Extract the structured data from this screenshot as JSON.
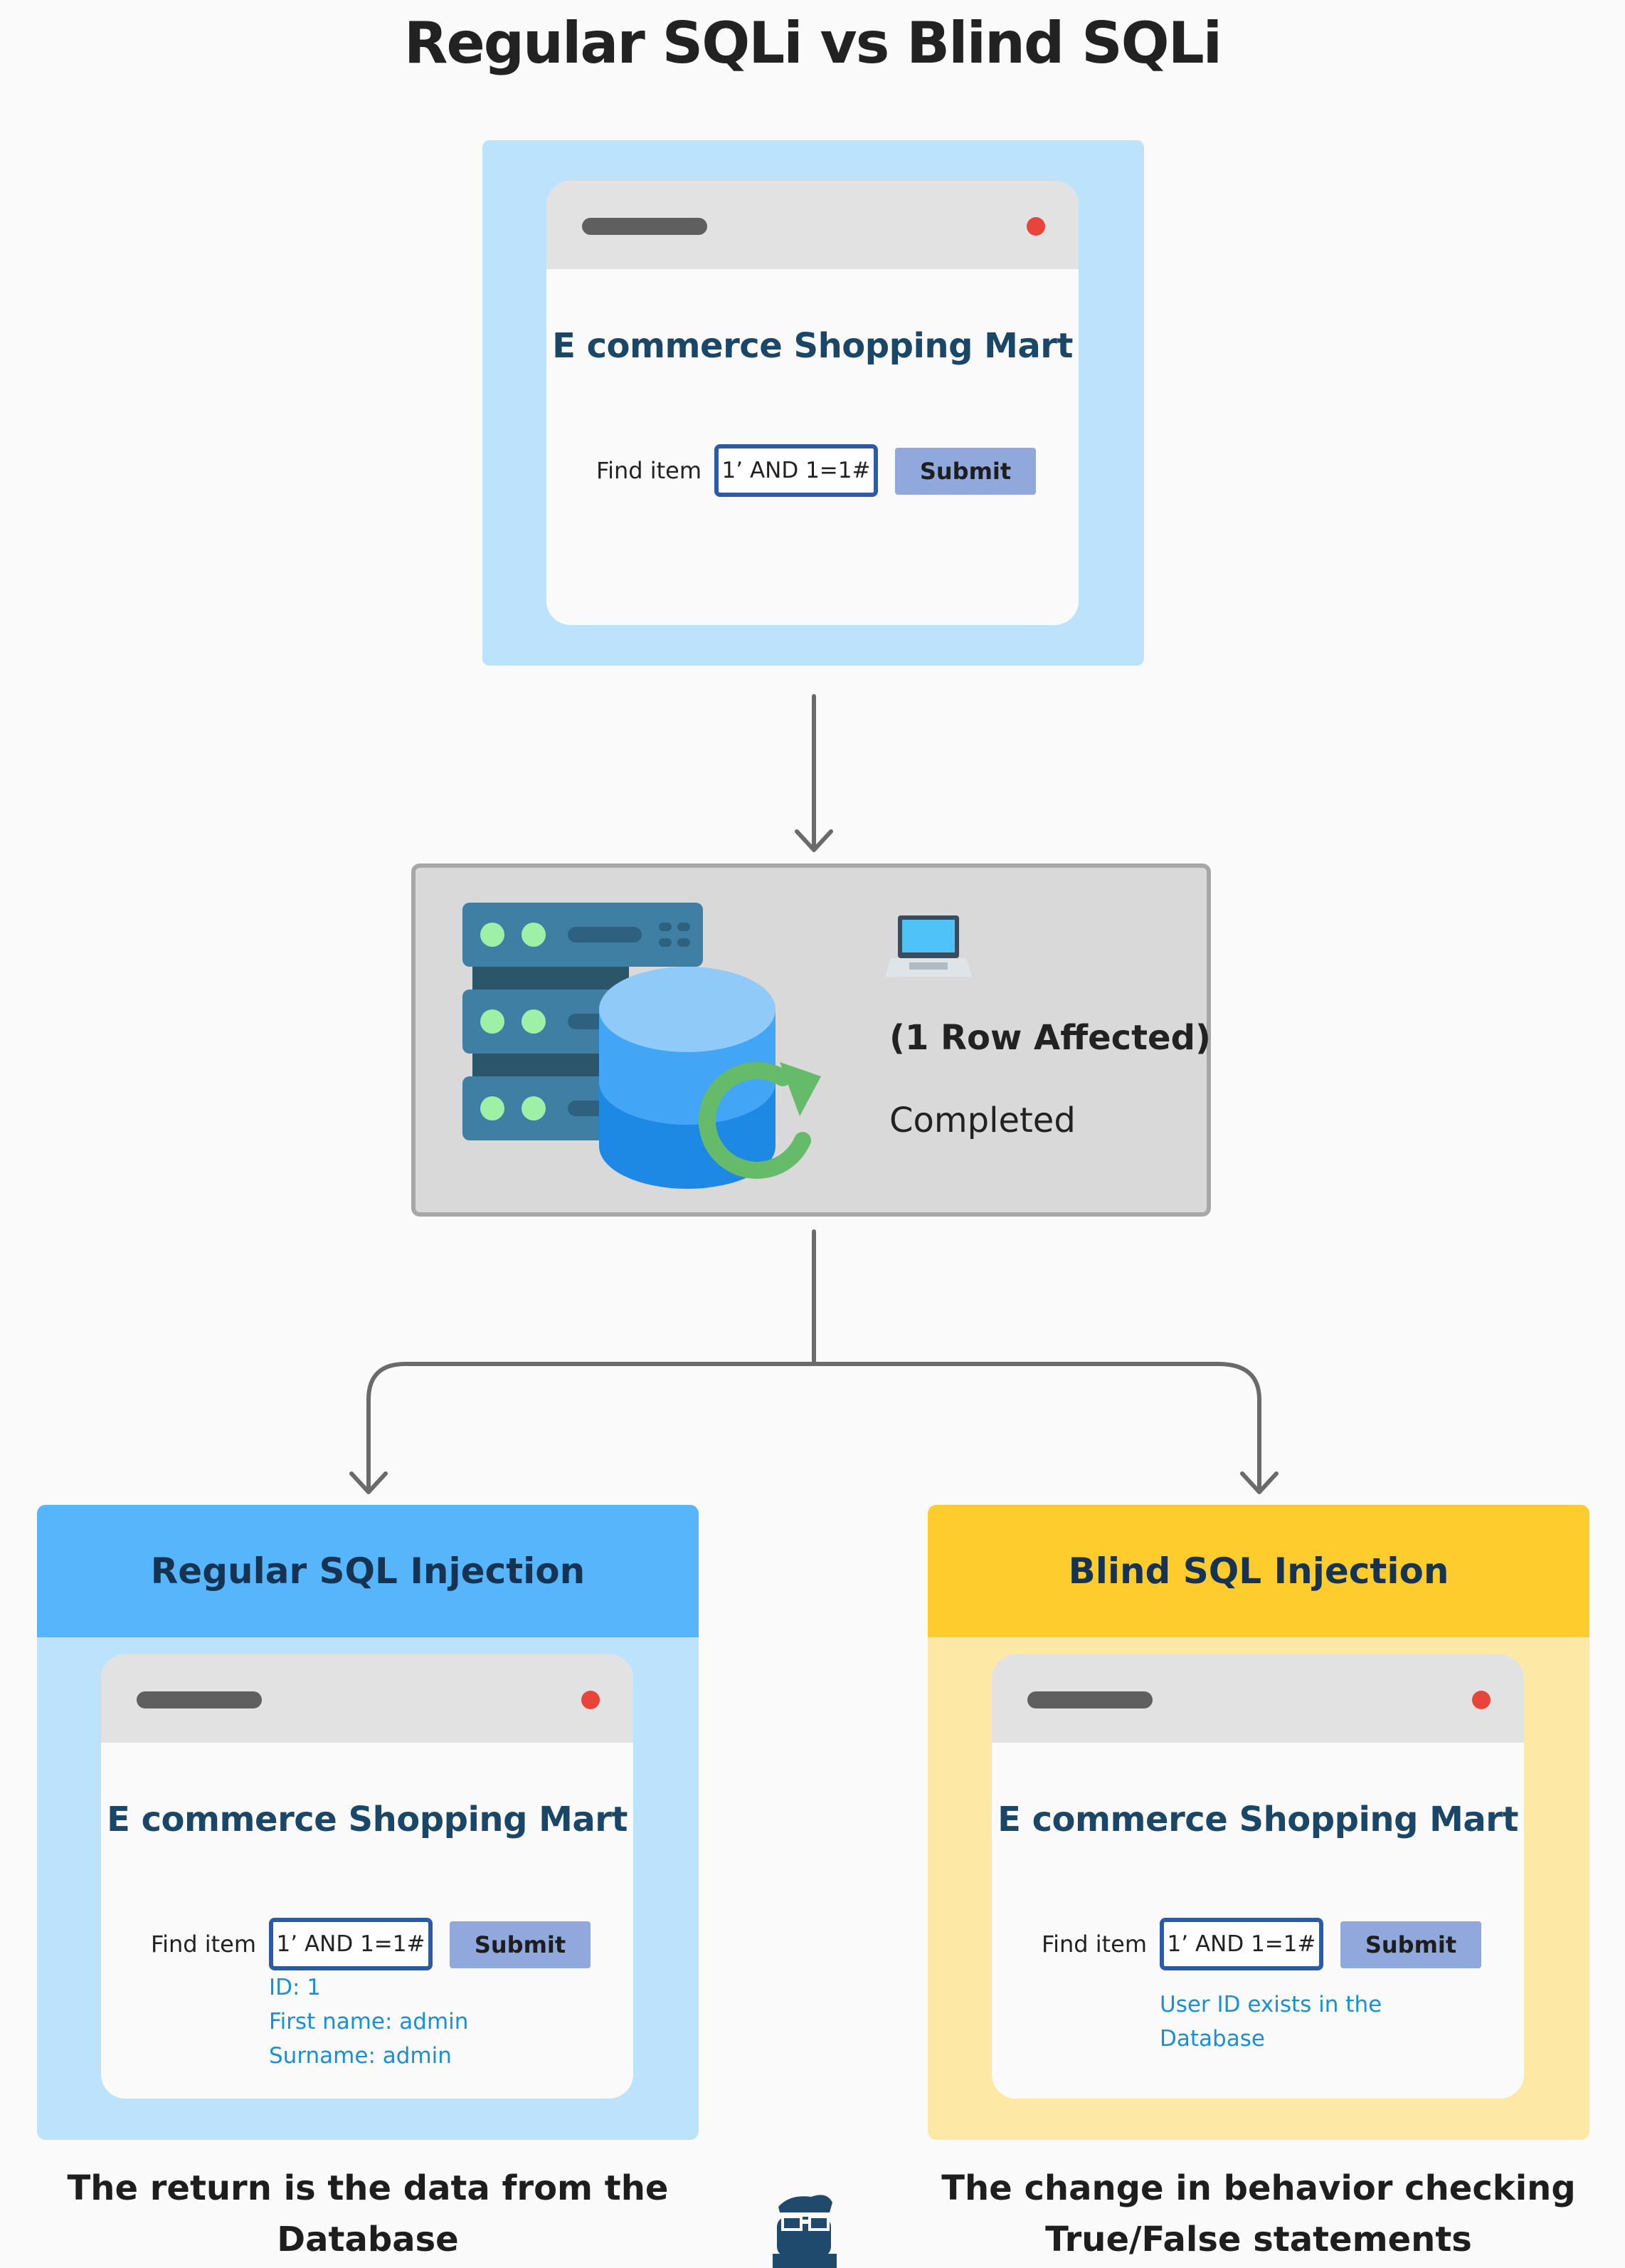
{
  "title": "Regular SQLi vs Blind SQLi",
  "browser": {
    "shop_name": "E commerce Shopping Mart",
    "find_label": "Find item",
    "input_value": "1’ AND 1=1#",
    "submit_label": "Submit"
  },
  "server": {
    "rows_affected": "(1 Row Affected)",
    "status": "Completed"
  },
  "regular": {
    "header": "Regular SQL Injection",
    "result_lines": [
      "ID: 1",
      "First name: admin",
      "Surname: admin"
    ],
    "caption_line1": "The return is the data from the",
    "caption_line2": "Database"
  },
  "blind": {
    "header": "Blind SQL Injection",
    "result_lines": [
      "User ID exists in the",
      "Database"
    ],
    "caption_line1": "The change in behavior checking",
    "caption_line2": "True/False statements"
  },
  "colors": {
    "light_blue": "#bde3fc",
    "blue_header": "#56b5fb",
    "light_yellow": "#fde8a6",
    "yellow_header": "#fecd2d",
    "input_border": "#2c5aa6",
    "submit_bg": "#90a8dc",
    "result_text": "#1a8fd6"
  },
  "icons": [
    "server-rack-icon",
    "database-icon",
    "refresh-icon",
    "laptop-icon",
    "mascot-logo-icon"
  ]
}
